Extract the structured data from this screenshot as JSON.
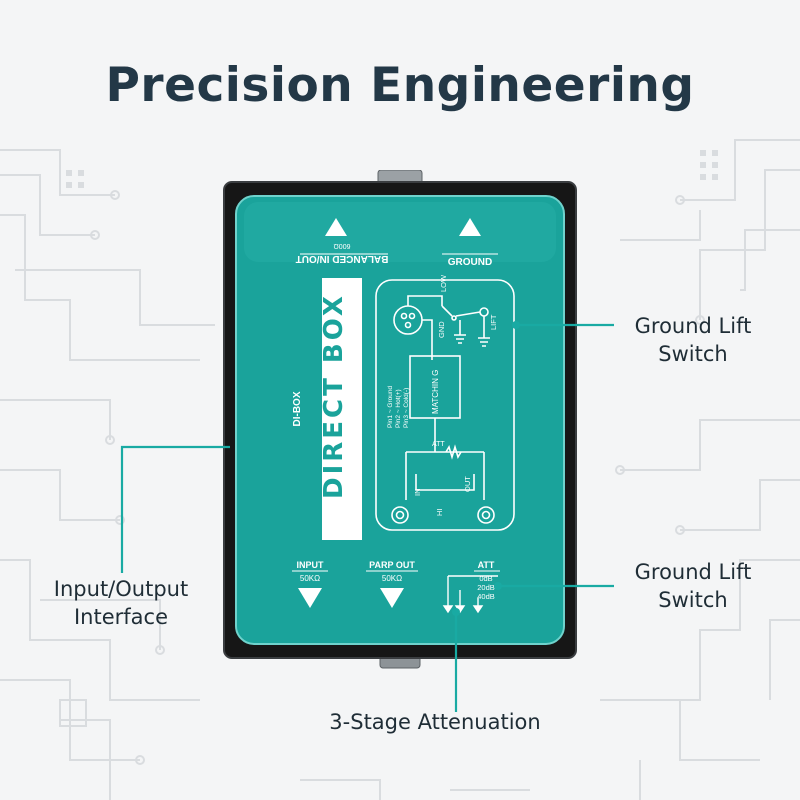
{
  "headline": "Precision Engineering",
  "device": {
    "label_balanced": "BALANCED IN/OUT",
    "label_balanced_ohm": "600Ω",
    "label_ground": "GROUND",
    "label_direct_box": "DIRECT BOX",
    "label_di_box": "DI-BOX",
    "label_input": "INPUT",
    "label_input_ohm": "50KΩ",
    "label_parp_out": "PARP OUT",
    "label_parp_ohm": "50KΩ",
    "label_att": "ATT",
    "att_levels": [
      "0dB",
      "20dB",
      "40dB"
    ],
    "schematic": {
      "low": "LOW",
      "gnd": "GND",
      "lift": "LIFT",
      "matching": "MATCHIN G",
      "att": "ATT",
      "in": "IN",
      "out": "OUT",
      "hi": "HI",
      "pin1": "Pin1 ~ Ground",
      "pin2": "Pin2 ~ Hot(+)",
      "pin3": "Pin3 ~ Cold(-)"
    }
  },
  "callouts": {
    "ground_lift_top": "Ground Lift Switch",
    "ground_lift_bottom": "Ground Lift Switch",
    "io": "Input/Output Interface",
    "attenuation": "3-Stage Attenuation"
  },
  "colors": {
    "teal": "#1aa39b",
    "teal_dark": "#0f7f79",
    "accent_line": "#19aaa3",
    "heading": "#233847",
    "body_black": "#161616"
  }
}
